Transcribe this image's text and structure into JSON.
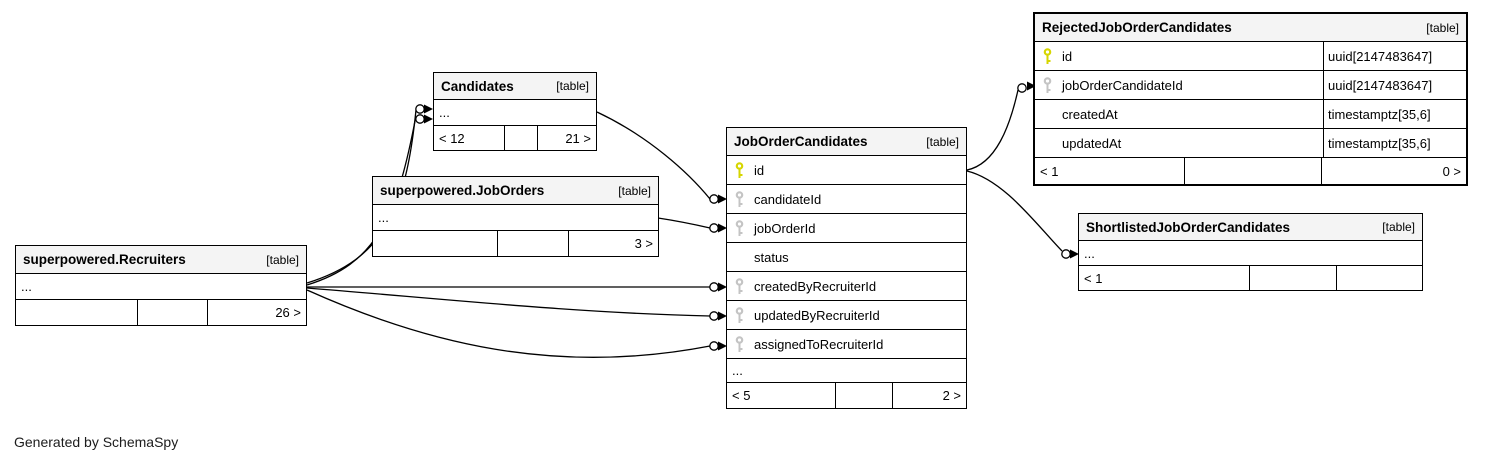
{
  "page": {
    "generator_note": "Generated by SchemaSpy"
  },
  "colors": {
    "primary_key_icon": "#d6d600",
    "foreign_key_icon": "#c4c4c4",
    "table_header_bg": "#f4f4f4",
    "border_and_lines": "#000000"
  },
  "tables": {
    "recruiters": {
      "title": "superpowered.Recruiters",
      "badge": "[table]",
      "ellipsis": "...",
      "footer": [
        "",
        "",
        "26 >"
      ]
    },
    "candidates": {
      "title": "Candidates",
      "badge": "[table]",
      "ellipsis": "...",
      "footer": [
        "< 12",
        "",
        "21 >"
      ]
    },
    "jobOrders": {
      "title": "superpowered.JobOrders",
      "badge": "[table]",
      "ellipsis": "...",
      "footer": [
        "",
        "",
        "3 >"
      ]
    },
    "jobOrderCandidates": {
      "title": "JobOrderCandidates",
      "badge": "[table]",
      "rows": [
        {
          "name": "id",
          "icon": "primary-key"
        },
        {
          "name": "candidateId",
          "icon": "foreign-key"
        },
        {
          "name": "jobOrderId",
          "icon": "foreign-key"
        },
        {
          "name": "status",
          "icon": "none"
        },
        {
          "name": "createdByRecruiterId",
          "icon": "foreign-key"
        },
        {
          "name": "updatedByRecruiterId",
          "icon": "foreign-key"
        },
        {
          "name": "assignedToRecruiterId",
          "icon": "foreign-key"
        }
      ],
      "ellipsis": "...",
      "footer": [
        "< 5",
        "",
        "2 >"
      ]
    },
    "rejected": {
      "title": "RejectedJobOrderCandidates",
      "badge": "[table]",
      "rows": [
        {
          "name": "id",
          "type": "uuid[2147483647]",
          "icon": "primary-key"
        },
        {
          "name": "jobOrderCandidateId",
          "type": "uuid[2147483647]",
          "icon": "foreign-key"
        },
        {
          "name": "createdAt",
          "type": "timestamptz[35,6]",
          "icon": "none"
        },
        {
          "name": "updatedAt",
          "type": "timestamptz[35,6]",
          "icon": "none"
        }
      ],
      "footer": [
        "< 1",
        "",
        "0 >"
      ]
    },
    "shortlisted": {
      "title": "ShortlistedJobOrderCandidates",
      "badge": "[table]",
      "ellipsis": "...",
      "footer": [
        "< 1",
        "",
        ""
      ]
    }
  },
  "relationships": [
    {
      "from": "superpowered.Recruiters",
      "to": "Candidates"
    },
    {
      "from": "superpowered.Recruiters",
      "to": "Candidates"
    },
    {
      "from": "Candidates",
      "to": "JobOrderCandidates.candidateId"
    },
    {
      "from": "superpowered.JobOrders",
      "to": "JobOrderCandidates.jobOrderId"
    },
    {
      "from": "superpowered.Recruiters",
      "to": "JobOrderCandidates.createdByRecruiterId"
    },
    {
      "from": "superpowered.Recruiters",
      "to": "JobOrderCandidates.updatedByRecruiterId"
    },
    {
      "from": "superpowered.Recruiters",
      "to": "JobOrderCandidates.assignedToRecruiterId"
    },
    {
      "from": "JobOrderCandidates.id",
      "to": "RejectedJobOrderCandidates.jobOrderCandidateId"
    },
    {
      "from": "JobOrderCandidates.id",
      "to": "ShortlistedJobOrderCandidates"
    }
  ]
}
